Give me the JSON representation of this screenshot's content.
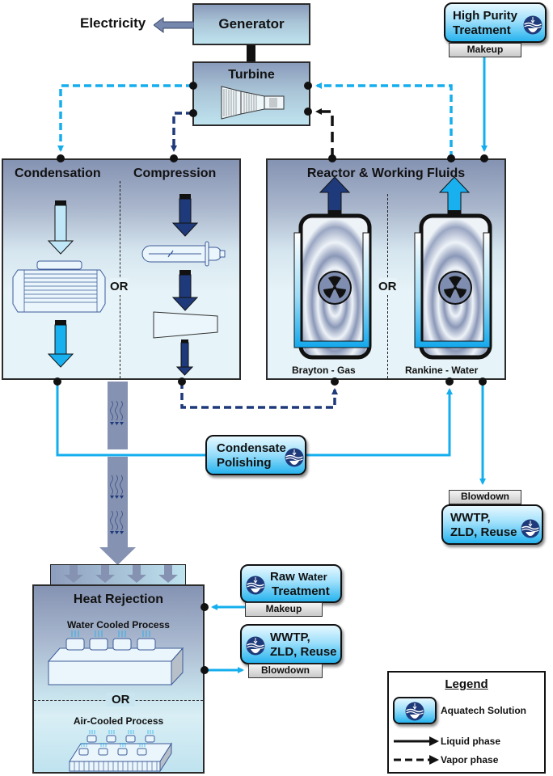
{
  "title": "Nuclear power plant water flow diagram",
  "nodes": {
    "electricity": "Electricity",
    "generator": "Generator",
    "turbine": "Turbine",
    "condensation": "Condensation",
    "compression": "Compression",
    "or_left": "OR",
    "reactor": "Reactor & Working Fluids",
    "or_reactor": "OR",
    "brayton": "Brayton - Gas",
    "rankine": "Rankine - Water",
    "heat_rejection": "Heat Rejection",
    "water_cooled": "Water Cooled Process",
    "or_heat": "OR",
    "air_cooled": "Air-Cooled Process"
  },
  "solutions": {
    "high_purity": {
      "line1": "High Purity",
      "line2": "Treatment",
      "tag": "Makeup"
    },
    "condensate": {
      "line1": "Condensate",
      "line2": "Polishing"
    },
    "wwtp_top": {
      "line1": "WWTP,",
      "line2": "ZLD, Reuse",
      "tag": "Blowdown"
    },
    "raw_water": {
      "line1a": "Raw",
      "line1b": "Water",
      "line2": "Treatment",
      "tag": "Makeup"
    },
    "wwtp_bottom": {
      "line1": "WWTP,",
      "line2": "ZLD, Reuse",
      "tag": "Blowdown"
    }
  },
  "legend": {
    "title": "Legend",
    "solution": "Aquatech Solution",
    "liquid": "Liquid phase",
    "vapor": "Vapor phase"
  },
  "colors": {
    "light_blue_flow": "#14aeee",
    "dark_blue_flow": "#1f3a7a",
    "black_flow": "#111111",
    "heat_flow": "#8592b2"
  }
}
